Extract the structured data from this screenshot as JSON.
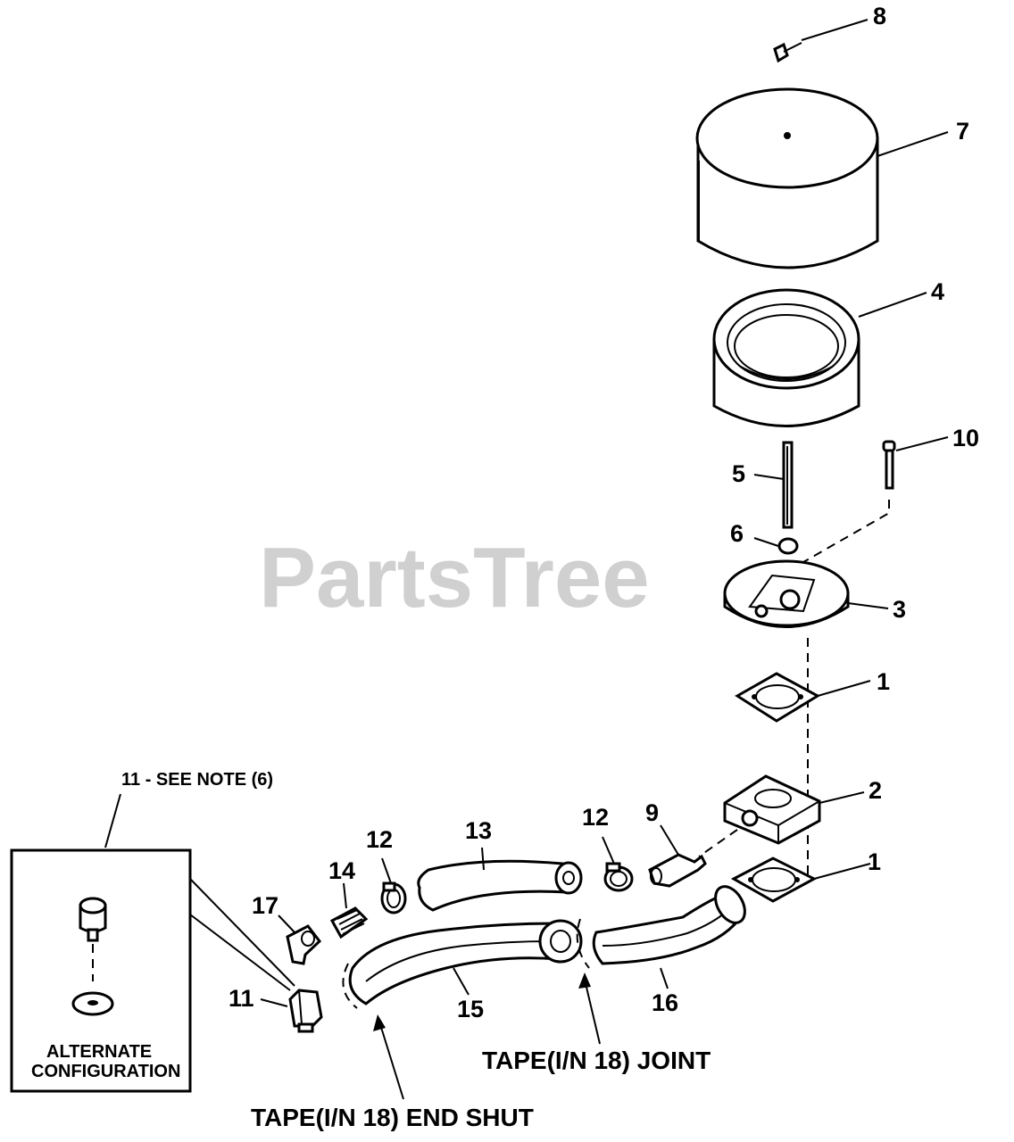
{
  "watermark": "PartsTree",
  "callouts": {
    "c8": "8",
    "c7": "7",
    "c4": "4",
    "c10": "10",
    "c5": "5",
    "c6": "6",
    "c3": "3",
    "c1a": "1",
    "c2": "2",
    "c1b": "1",
    "c9": "9",
    "c12a": "12",
    "c13": "13",
    "c12b": "12",
    "c14": "14",
    "c17": "17",
    "c11": "11",
    "c15": "15",
    "c16": "16"
  },
  "inset": {
    "title": "11 - SEE NOTE (6)",
    "caption_line1": "ALTERNATE",
    "caption_line2": "CONFIGURATION"
  },
  "notes": {
    "tape_joint": "TAPE(I/N 18) JOINT",
    "tape_end_shut": "TAPE(I/N 18) END SHUT"
  }
}
